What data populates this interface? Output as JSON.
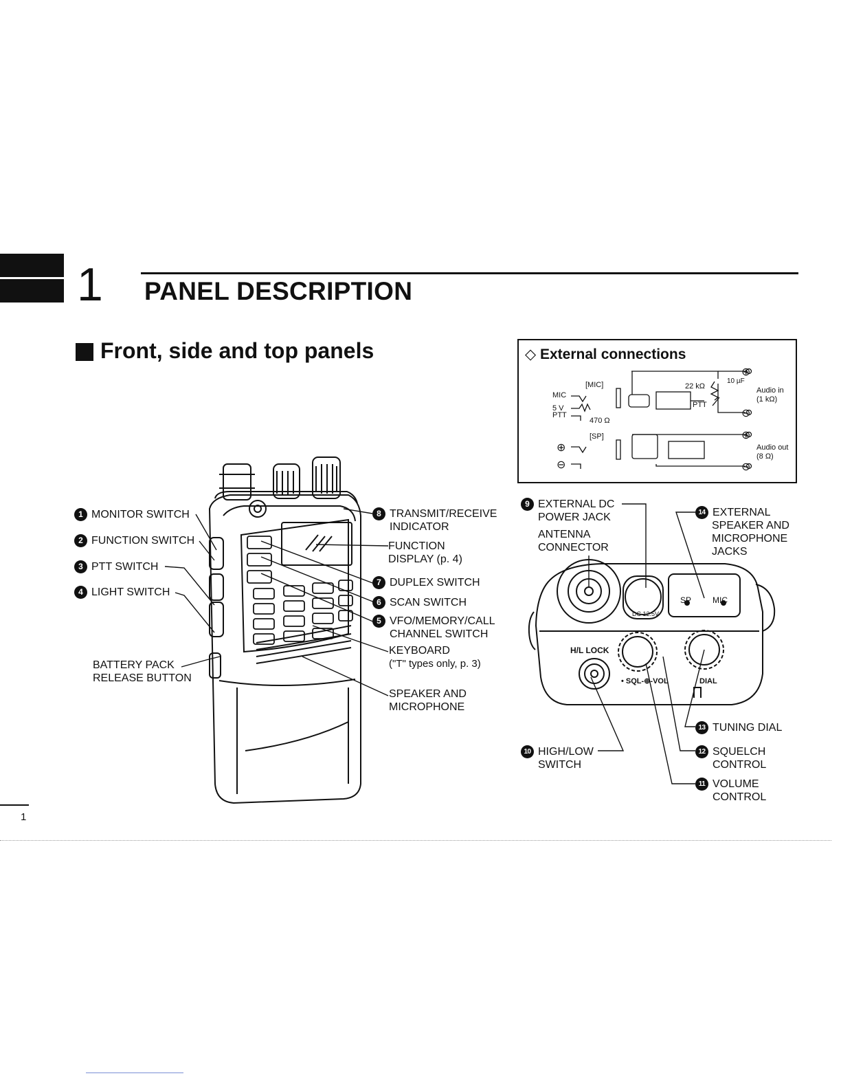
{
  "chapter": {
    "number": "1",
    "title": "PANEL DESCRIPTION"
  },
  "section": {
    "title": "Front, side and top panels"
  },
  "external": {
    "title": "External connections",
    "mic_tag": "[MIC]",
    "mic_label": "MIC",
    "v5_label": "5 V",
    "ptt_label": "PTT",
    "r470": "470 Ω",
    "r22k": "22 kΩ",
    "cap": "10 µF",
    "ptt_switch": "PTT",
    "audio_in": "Audio in",
    "audio_in_imp": "(1 kΩ)",
    "sp_tag": "[SP]",
    "audio_out": "Audio out",
    "audio_out_imp": "(8 Ω)"
  },
  "left_labels": {
    "b1": "1",
    "monitor": "MONITOR SWITCH",
    "b2": "2",
    "function": "FUNCTION SWITCH",
    "b3": "3",
    "ptt": "PTT SWITCH",
    "b4": "4",
    "light": "LIGHT SWITCH",
    "battery1": "BATTERY PACK",
    "battery2": "RELEASE BUTTON"
  },
  "right_labels": {
    "b8": "8",
    "txrx1": "TRANSMIT/RECEIVE",
    "txrx2": "INDICATOR",
    "fd1": "FUNCTION",
    "fd2": "DISPLAY (p. 4)",
    "b7": "7",
    "duplex": "DUPLEX SWITCH",
    "b6": "6",
    "scan": "SCAN SWITCH",
    "b5": "5",
    "vfo1": "VFO/MEMORY/CALL",
    "vfo2": "CHANNEL SWITCH",
    "kb1": "KEYBOARD",
    "kb2": "(\"T\" types only,  p. 3)",
    "sp1": "SPEAKER AND",
    "sp2": "MICROPHONE"
  },
  "top_labels": {
    "b9": "9",
    "dc1": "EXTERNAL DC",
    "dc2": "POWER JACK",
    "ant1": "ANTENNA",
    "ant2": "CONNECTOR",
    "b14": "14",
    "ext1": "EXTERNAL",
    "ext2": "SPEAKER AND",
    "ext3": "MICROPHONE",
    "ext4": "JACKS",
    "hl_lock": "H/L LOCK",
    "dc_volt": "DC 12.5V",
    "sql_vol": "• SQL-⊕-VOL",
    "dial": "DIAL",
    "sp_jack": "SP",
    "mic_jack": "MIC",
    "b13": "13",
    "tuning": "TUNING DIAL",
    "b10": "10",
    "hl1": "HIGH/LOW",
    "hl2": "SWITCH",
    "b12": "12",
    "sq1": "SQUELCH",
    "sq2": "CONTROL",
    "b11": "11",
    "vol1": "VOLUME",
    "vol2": "CONTROL"
  },
  "page_number": "1"
}
